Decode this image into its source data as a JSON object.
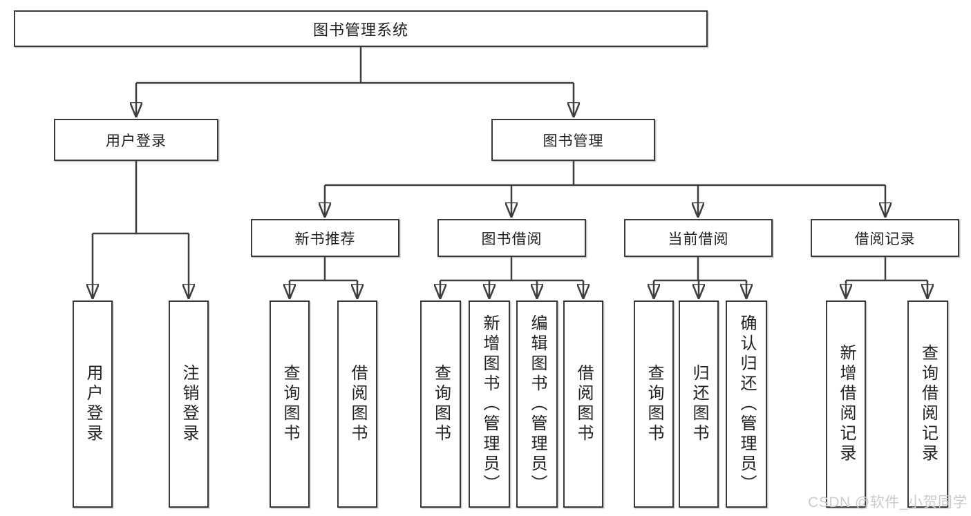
{
  "diagram": {
    "root": {
      "label": "图书管理系统"
    },
    "branches": [
      {
        "label": "用户登录",
        "leaves": [
          {
            "label": "用户登录"
          },
          {
            "label": "注销登录"
          }
        ]
      },
      {
        "label": "图书管理",
        "groups": [
          {
            "label": "新书推荐",
            "leaves": [
              {
                "label": "查询图书"
              },
              {
                "label": "借阅图书"
              }
            ]
          },
          {
            "label": "图书借阅",
            "leaves": [
              {
                "label": "查询图书"
              },
              {
                "label": "新增图书（管理员）"
              },
              {
                "label": "编辑图书（管理员）"
              },
              {
                "label": "借阅图书"
              }
            ]
          },
          {
            "label": "当前借阅",
            "leaves": [
              {
                "label": "查询图书"
              },
              {
                "label": "归还图书"
              },
              {
                "label": "确认归还（管理员）"
              }
            ]
          },
          {
            "label": "借阅记录",
            "leaves": [
              {
                "label": "新增借阅记录"
              },
              {
                "label": "查询借阅记录"
              }
            ]
          }
        ]
      }
    ]
  },
  "watermark": "CSDN @软件_小贺同学",
  "colors": {
    "line": "#3d3d3d",
    "box_border": "#3a3a3a",
    "box_bg": "#ffffff",
    "text": "#212121",
    "watermark": "#cbcbcb"
  }
}
